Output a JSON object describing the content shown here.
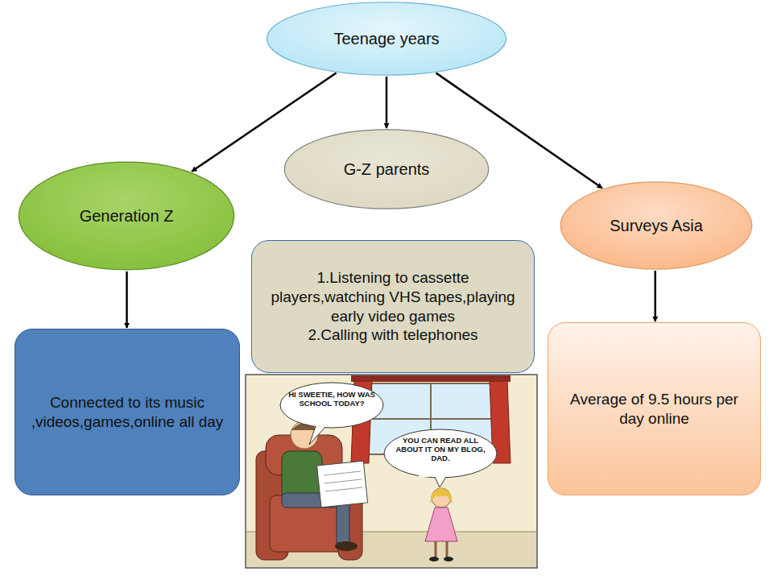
{
  "diagram": {
    "nodes": [
      {
        "text": [
          "Teenage years"
        ]
      },
      {
        "text": [
          "Generation Z"
        ]
      },
      {
        "text": [
          "G-Z  parents"
        ]
      },
      {
        "text": [
          "Surveys Asia"
        ]
      },
      {
        "text": [
          "Connected to its music ,videos,games,online all day"
        ]
      },
      {
        "text": [
          "1.Listening to cassette players,watching VHS tapes,playing early video games",
          "2.Calling with telephones"
        ]
      },
      {
        "text": [
          "Average of 9.5 hours per day online"
        ]
      }
    ],
    "edges": [
      {
        "from": 0,
        "to": 1,
        "arrow": "to"
      },
      {
        "from": 0,
        "to": 2,
        "arrow": "to"
      },
      {
        "from": 0,
        "to": 3,
        "arrow": "to"
      },
      {
        "from": 1,
        "to": 4,
        "arrow": "to"
      },
      {
        "from": 3,
        "to": 6,
        "arrow": "to"
      }
    ],
    "labels": [
      "HI SWEETIE, HOW WAS SCHOOL TODAY?",
      "YOU CAN READ ALL ABOUT IT ON MY BLOG, DAD."
    ]
  }
}
